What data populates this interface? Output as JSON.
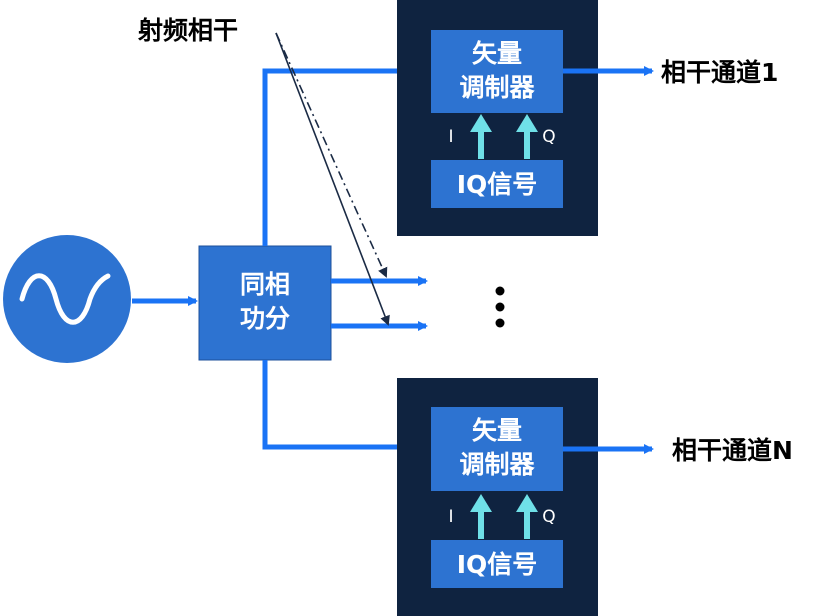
{
  "rf_coherent_label": "射频相干",
  "splitter": {
    "line1": "同相",
    "line2": "功分"
  },
  "modulator": {
    "line1": "矢量",
    "line2": "调制器"
  },
  "iq_box": "IQ信号",
  "i_label": "I",
  "q_label": "Q",
  "channel_1": "相干通道1",
  "channel_n": "相干通道N",
  "colors": {
    "blue": "#2d73d1",
    "wire": "#1a73f5",
    "dark_panel": "#0f2340",
    "iq_arrow": "#6fe0e8"
  }
}
